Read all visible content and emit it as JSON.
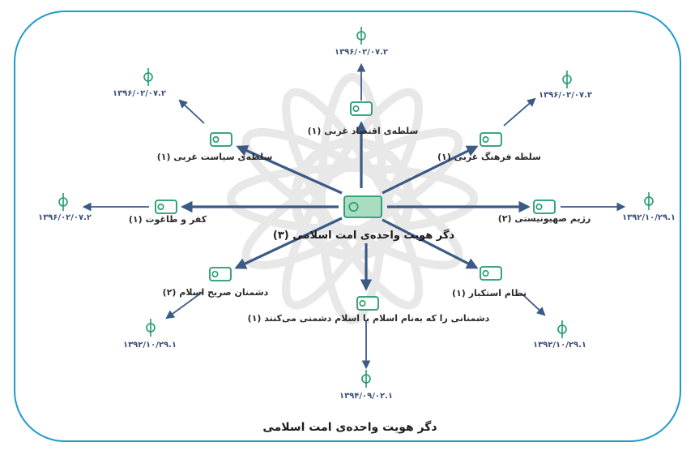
{
  "center": {
    "label": "دگر هویت واحده‌ی امت اسلامی (۳)"
  },
  "caption": "دگر هویت واحده‌ی امت اسلامی",
  "nodes": [
    {
      "label": "سلطه‌ی اقتصاد غربی (۱)",
      "code": "۱۳۹۶/۰۲/۰۷.۲"
    },
    {
      "label": "سلطه فرهنگ غربی (۱)",
      "code": "۱۳۹۶/۰۲/۰۷.۲"
    },
    {
      "label": "رژیم صهیونیستی (۲)",
      "code": "۱۳۹۲/۱۰/۲۹.۱"
    },
    {
      "label": "نظام استکبار (۱)",
      "code": "۱۳۹۲/۱۰/۲۹.۱"
    },
    {
      "label": "دشمنانی را که به‌نام اسلام با اسلام دشمنی می‌کنند (۱)",
      "code": "۱۳۹۴/۰۹/۰۲.۱"
    },
    {
      "label": "دشمنان صریح اسلام (۲)",
      "code": "۱۳۹۲/۱۰/۲۹.۱"
    },
    {
      "label": "کفر و طاغوت (۱)",
      "code": "۱۳۹۶/۰۲/۰۷.۲"
    },
    {
      "label": "سلطه‌ی سیاست غربی (۱)",
      "code": "۱۳۹۶/۰۲/۰۷.۲"
    }
  ],
  "colors": {
    "frame": "#1f9ac9",
    "arrow": "#3b5a86",
    "node": "#1f9b6e",
    "node_fill": "#ffffff",
    "center_fill": "#a9dcc0"
  },
  "icons": {
    "node": "document-node-icon",
    "leaf": "anchor-leaf-icon"
  }
}
